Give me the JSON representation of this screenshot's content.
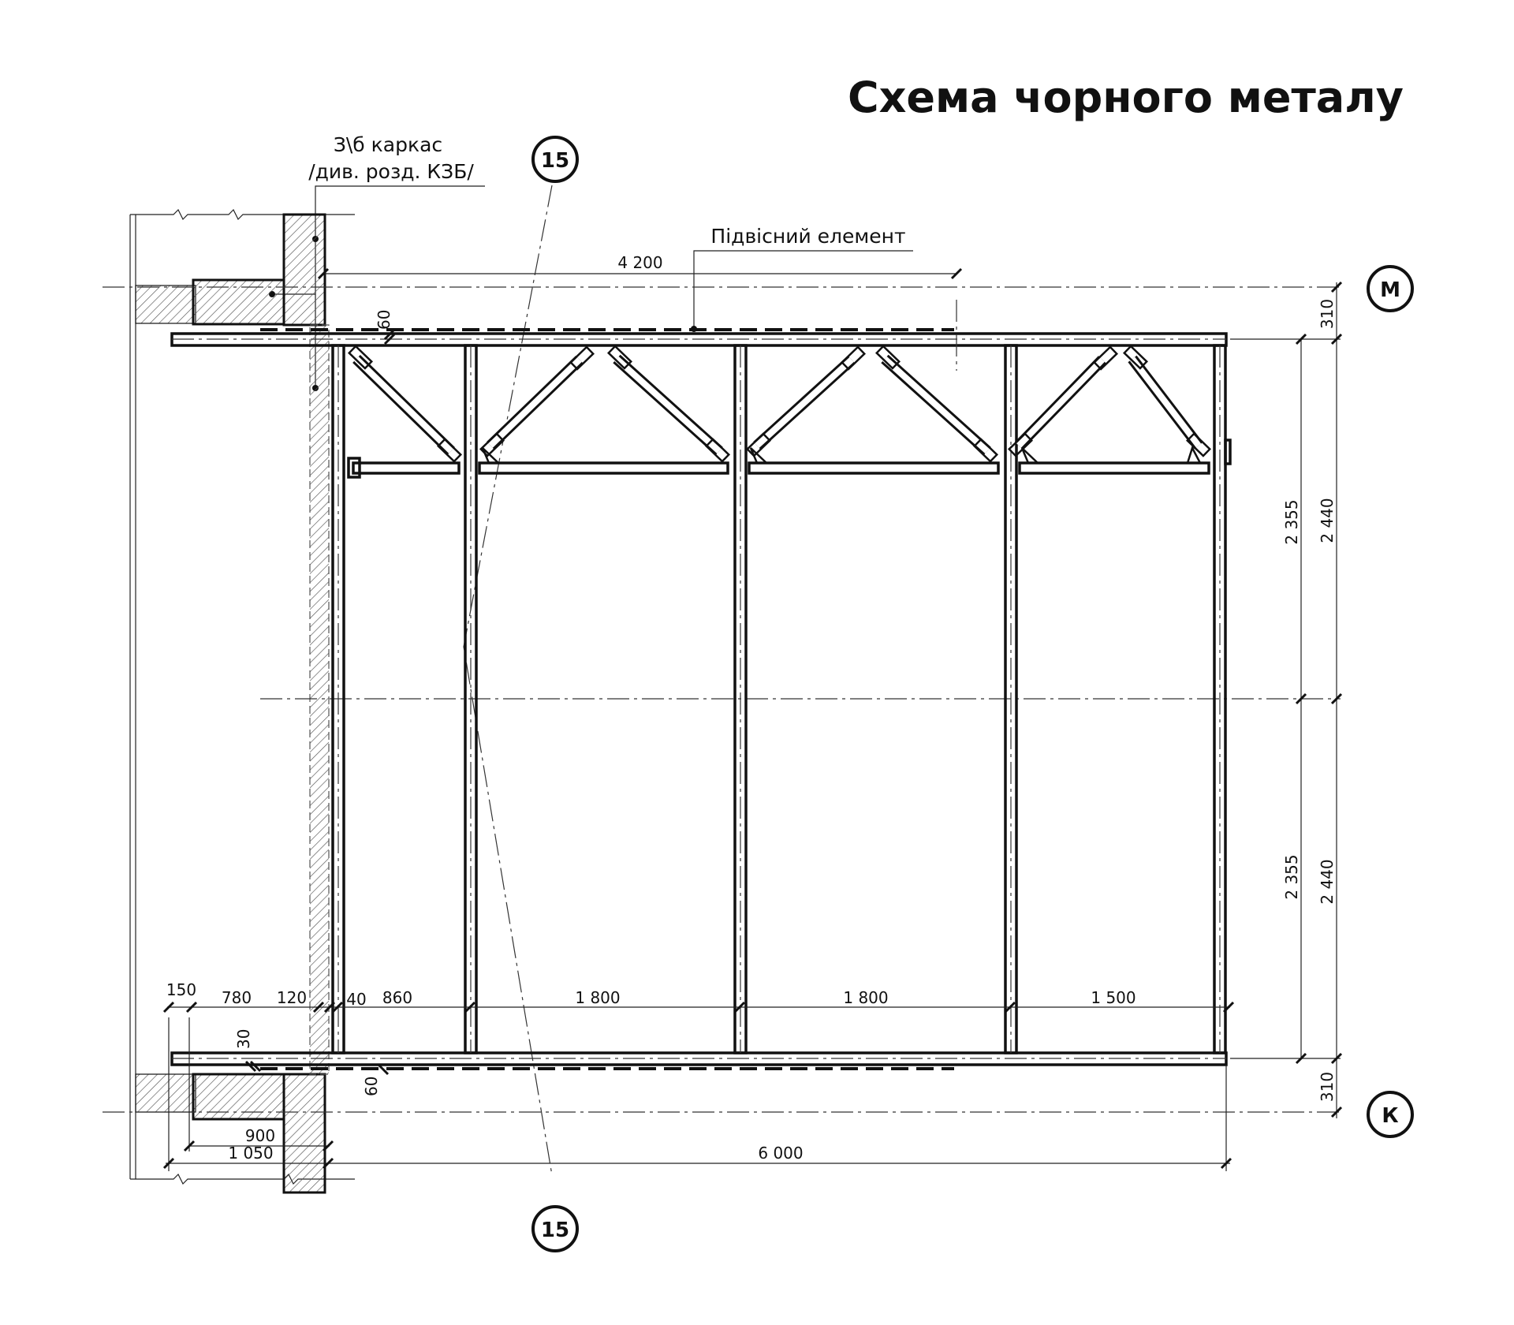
{
  "title": "Схема чорного металу",
  "notes": {
    "frame_line1": "З\\б каркас",
    "frame_line2": "/див. розд. КЗБ/",
    "hanging": "Підвісний елемент"
  },
  "axes": {
    "top": "М",
    "bottom": "К",
    "section_top": "15",
    "section_bottom": "15"
  },
  "dims": {
    "top_span": "4 200",
    "top_small": "60",
    "bottom_small_a": "30",
    "bottom_small_b": "60",
    "right_310_top": "310",
    "right_310_bottom": "310",
    "inner_2355_top": "2 355",
    "outer_2440_top": "2 440",
    "inner_2355_bottom": "2 355",
    "outer_2440_bottom": "2 440",
    "row_150": "150",
    "row_780": "780",
    "row_120": "120",
    "row_40": "40",
    "row_860": "860",
    "row_1800a": "1 800",
    "row_1800b": "1 800",
    "row_1500": "1 500",
    "dim_900": "900",
    "dim_1050": "1 050",
    "dim_6000": "6 000"
  }
}
